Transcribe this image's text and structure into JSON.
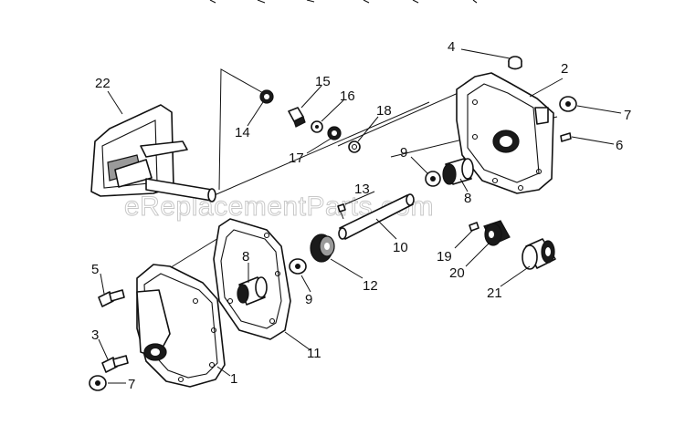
{
  "watermark": "eReplacementParts.com",
  "callouts": {
    "c1": "1",
    "c2": "2",
    "c3": "3",
    "c4": "4",
    "c5": "5",
    "c6": "6",
    "c7a": "7",
    "c7b": "7",
    "c8a": "8",
    "c8b": "8",
    "c9a": "9",
    "c9b": "9",
    "c10": "10",
    "c11": "11",
    "c12": "12",
    "c13": "13",
    "c14": "14",
    "c15": "15",
    "c16": "16",
    "c17": "17",
    "c18": "18",
    "c19": "19",
    "c20": "20",
    "c21": "21",
    "c22": "22"
  }
}
